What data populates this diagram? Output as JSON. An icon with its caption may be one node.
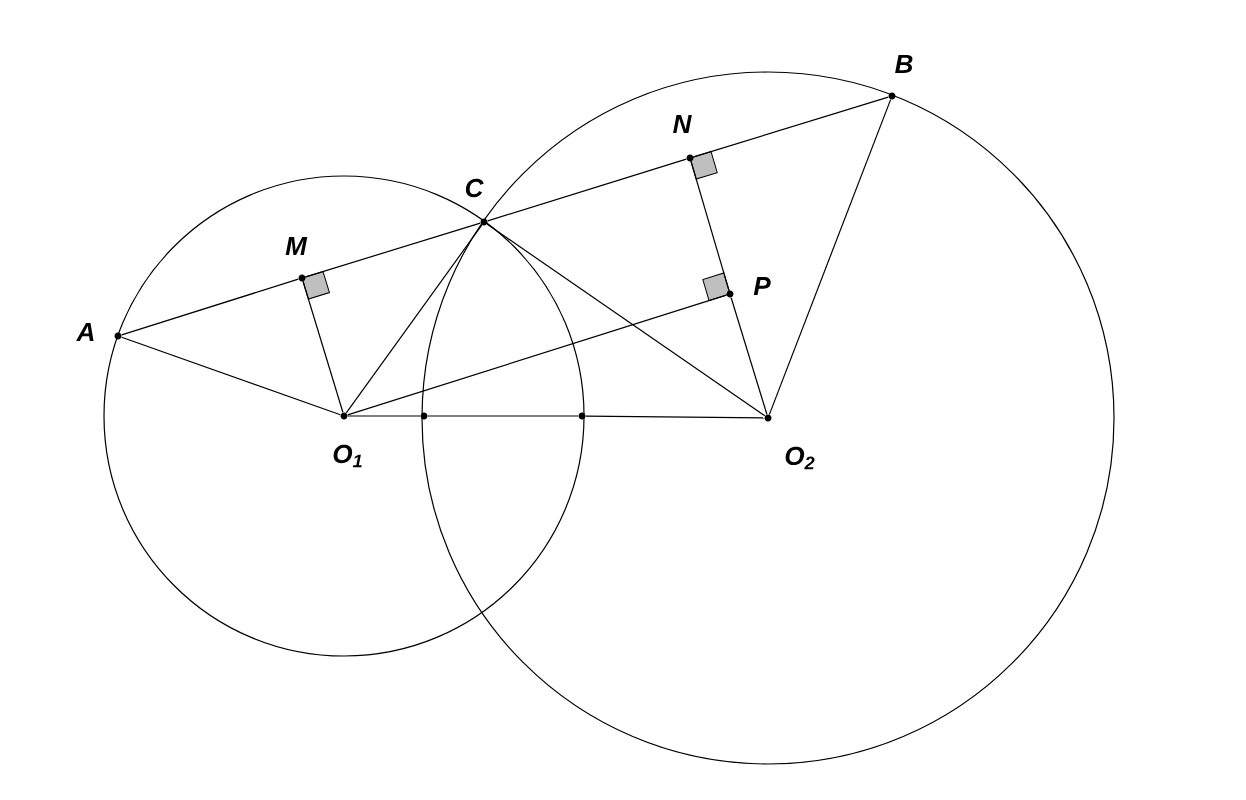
{
  "diagram": {
    "nodes": [
      {
        "text": [
          "A"
        ]
      },
      {
        "text": [
          "M"
        ]
      },
      {
        "text": [
          "C"
        ]
      },
      {
        "text": [
          "N"
        ]
      },
      {
        "text": [
          "B"
        ]
      },
      {
        "text": [
          "P"
        ]
      },
      {
        "text": [
          "O$_{1}$"
        ]
      },
      {
        "text": [],
        "shape": "circle"
      },
      {
        "text": [],
        "shape": "circle"
      },
      {
        "text": [
          "O$_{2}$"
        ]
      }
    ],
    "edges": [
      {
        "from": 0,
        "to": 1,
        "arrow": "none"
      },
      {
        "from": 1,
        "to": 2,
        "arrow": "none"
      },
      {
        "from": 2,
        "to": 3,
        "arrow": "none"
      },
      {
        "from": 3,
        "to": 4,
        "arrow": "none"
      },
      {
        "from": 0,
        "to": 6,
        "arrow": "none"
      },
      {
        "from": 6,
        "to": 1,
        "arrow": "none"
      },
      {
        "from": 6,
        "to": 2,
        "arrow": "none"
      },
      {
        "from": 2,
        "to": 9,
        "arrow": "none"
      },
      {
        "from": 9,
        "to": 4,
        "arrow": "none"
      },
      {
        "from": 3,
        "to": 5,
        "arrow": "none"
      },
      {
        "from": 5,
        "to": 9,
        "arrow": "none"
      },
      {
        "from": 6,
        "to": 5,
        "arrow": "none"
      },
      {
        "from": 6,
        "to": 7,
        "arrow": "none"
      },
      {
        "from": 7,
        "to": 8,
        "arrow": "none"
      },
      {
        "from": 8,
        "to": 9,
        "arrow": "none"
      }
    ]
  }
}
